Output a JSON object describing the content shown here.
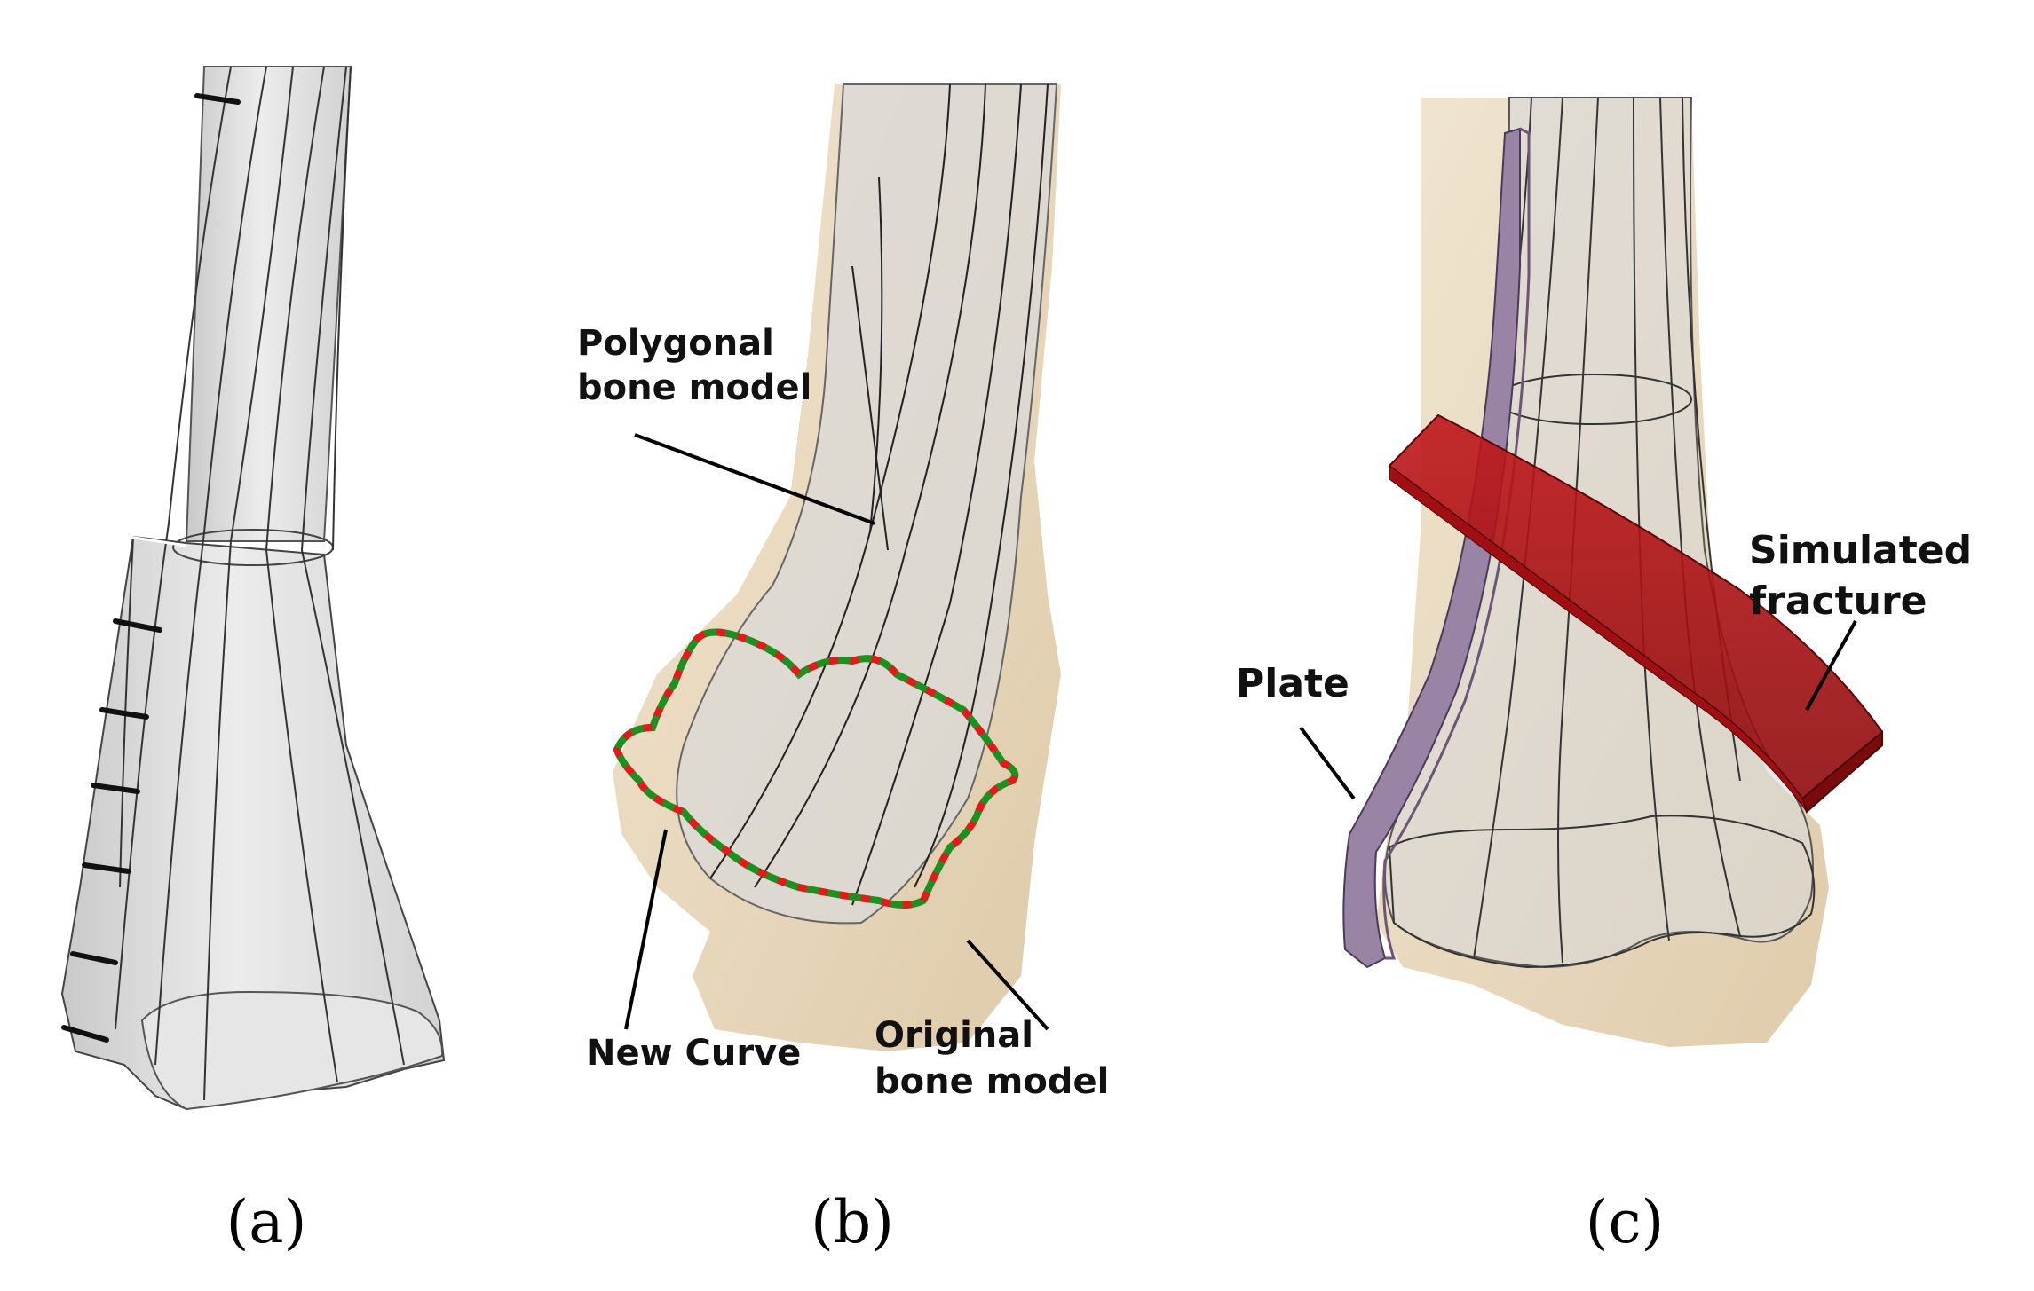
{
  "panels": {
    "a": {
      "label": "(a)"
    },
    "b": {
      "label": "(b)",
      "callouts": {
        "polygonal_line1": "Polygonal",
        "polygonal_line2": "bone model",
        "new_curve": "New Curve",
        "original_line1": "Original",
        "original_line2": "bone model"
      }
    },
    "c": {
      "label": "(c)",
      "callouts": {
        "plate": "Plate",
        "simulated_line1": "Simulated",
        "simulated_line2": "fracture"
      }
    }
  },
  "colors": {
    "bone_gray": "#dcdcdc",
    "bone_tan": "#e6d3b3",
    "curve_red": "#e11b1b",
    "curve_green": "#1f8f1f",
    "fracture_red": "#b30f0f",
    "plate_purple": "#9a84a6"
  }
}
